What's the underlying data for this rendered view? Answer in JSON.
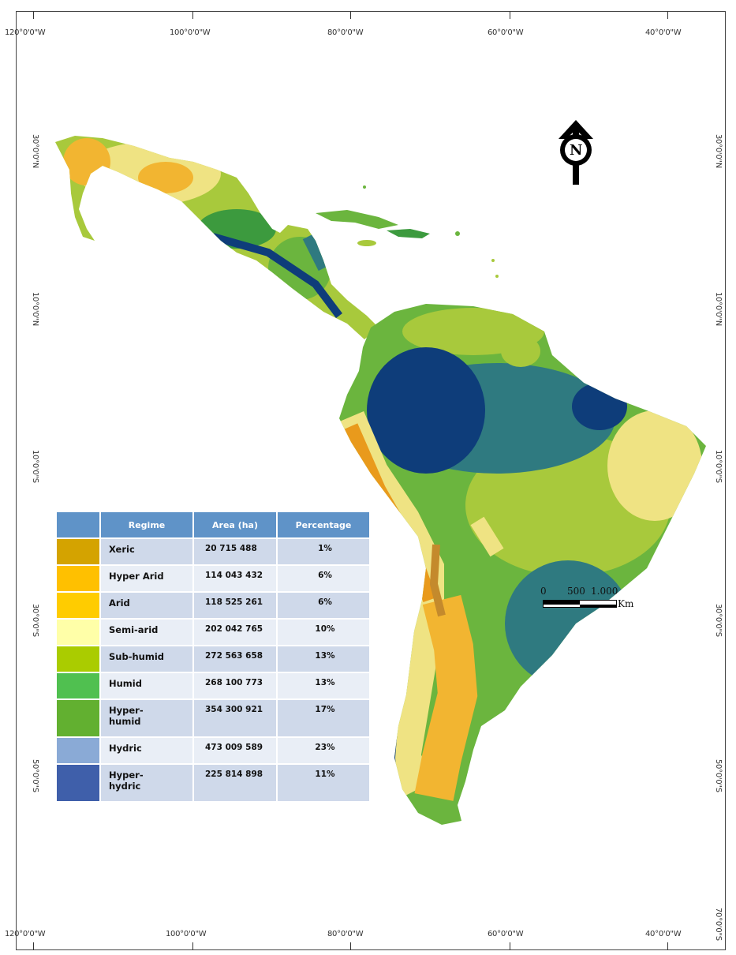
{
  "graticule": {
    "lon_top": [
      "120°0'0\"W",
      "100°0'0\"W",
      "80°0'0\"W",
      "60°0'0\"W",
      "40°0'0\"W"
    ],
    "lon_bottom": [
      "120°0'0\"W",
      "100°0'0\"W",
      "80°0'0\"W",
      "60°0'0\"W",
      "40°0'0\"W"
    ],
    "lat_left": [
      "30°0'0\"N",
      "10°0'0\"N",
      "10°0'0\"S",
      "30°0'0\"S",
      "50°0'0\"S"
    ],
    "lat_right": [
      "30°0'0\"N",
      "10°0'0\"N",
      "10°0'0\"S",
      "30°0'0\"S",
      "50°0'0\"S",
      "70°0'0\"S"
    ]
  },
  "north_arrow": {
    "letter": "N",
    "icon": "north-arrow-icon"
  },
  "scale_bar": {
    "labels": [
      "0",
      "500",
      "1.000"
    ],
    "unit": "Km"
  },
  "legend": {
    "headers": [
      "",
      "Regime",
      "Area (ha)",
      "Percentage"
    ],
    "rows": [
      {
        "regime": "Xeric",
        "area": "20 715 488",
        "percentage": "1%",
        "color": "#d4a300"
      },
      {
        "regime": "Hyper Arid",
        "area": "114 043 432",
        "percentage": "6%",
        "color": "#ffc000"
      },
      {
        "regime": "Arid",
        "area": "118 525 261",
        "percentage": "6%",
        "color": "#ffcc00"
      },
      {
        "regime": "Semi-arid",
        "area": "202 042 765",
        "percentage": "10%",
        "color": "#ffffa8"
      },
      {
        "regime": "Sub-humid",
        "area": "272 563 658",
        "percentage": "13%",
        "color": "#aacc00"
      },
      {
        "regime": "Humid",
        "area": "268 100 773",
        "percentage": "13%",
        "color": "#50c050"
      },
      {
        "regime": "Hyper-\nhumid",
        "area": "354 300 921",
        "percentage": "17%",
        "color": "#62b030"
      },
      {
        "regime": "Hydric",
        "area": "473 009 589",
        "percentage": "23%",
        "color": "#8aaad6"
      },
      {
        "regime": "Hyper-\nhydric",
        "area": "225 814 898",
        "percentage": "11%",
        "color": "#3f5faa"
      }
    ]
  },
  "map_colors": {
    "xeric": "#c48a2c",
    "hyper_arid": "#e99a1c",
    "arid": "#f2b531",
    "semi_arid": "#efe383",
    "sub_humid": "#a8c93c",
    "humid": "#6bb53e",
    "hyper_humid": "#3c9a3e",
    "hydric": "#2f7a80",
    "hyper_hydric": "#0e3d7a"
  }
}
